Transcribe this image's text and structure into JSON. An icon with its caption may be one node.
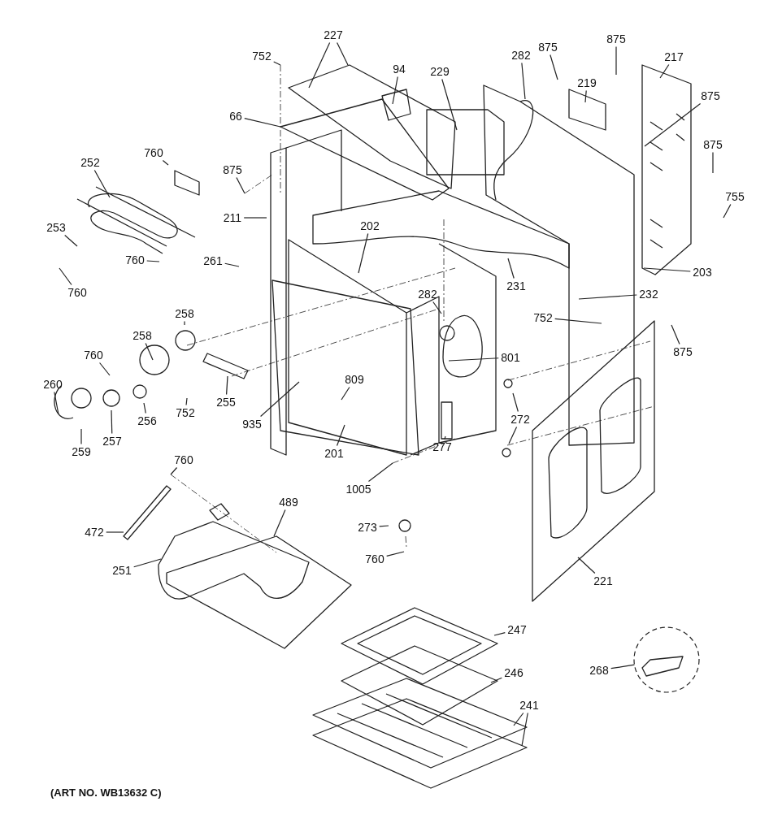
{
  "diagram": {
    "nodes": [
      {
        "text": [
          "227"
        ]
      },
      {
        "text": [
          "752"
        ]
      },
      {
        "text": [
          "94"
        ]
      },
      {
        "text": [
          "66"
        ]
      },
      {
        "text": [
          "229"
        ]
      },
      {
        "text": [
          "282"
        ]
      },
      {
        "text": [
          "875"
        ]
      },
      {
        "text": [
          "219"
        ]
      },
      {
        "text": [
          "875"
        ]
      },
      {
        "text": [
          "217"
        ]
      },
      {
        "text": [
          "875"
        ]
      },
      {
        "text": [
          "760"
        ]
      },
      {
        "text": [
          "252"
        ]
      },
      {
        "text": [
          "875"
        ]
      },
      {
        "text": [
          "211"
        ]
      },
      {
        "text": [
          "875"
        ]
      },
      {
        "text": [
          "253"
        ]
      },
      {
        "text": [
          "760"
        ]
      },
      {
        "text": [
          "202"
        ]
      },
      {
        "text": [
          "755"
        ]
      },
      {
        "text": [
          "760"
        ]
      },
      {
        "text": [
          "261"
        ]
      },
      {
        "text": [
          "203"
        ]
      },
      {
        "text": [
          "231"
        ]
      },
      {
        "text": [
          "282"
        ]
      },
      {
        "text": [
          "232"
        ]
      },
      {
        "text": [
          "752"
        ]
      },
      {
        "text": [
          "875"
        ]
      },
      {
        "text": [
          "258"
        ]
      },
      {
        "text": [
          "258"
        ]
      },
      {
        "text": [
          "760"
        ]
      },
      {
        "text": [
          "801"
        ]
      },
      {
        "text": [
          "809"
        ]
      },
      {
        "text": [
          "260"
        ]
      },
      {
        "text": [
          "256"
        ]
      },
      {
        "text": [
          "752"
        ]
      },
      {
        "text": [
          "255"
        ]
      },
      {
        "text": [
          "935"
        ]
      },
      {
        "text": [
          "272"
        ]
      },
      {
        "text": [
          "259"
        ]
      },
      {
        "text": [
          "257"
        ]
      },
      {
        "text": [
          "201"
        ]
      },
      {
        "text": [
          "277"
        ]
      },
      {
        "text": [
          "760"
        ]
      },
      {
        "text": [
          "1005"
        ]
      },
      {
        "text": [
          "489"
        ]
      },
      {
        "text": [
          "472"
        ]
      },
      {
        "text": [
          "273"
        ]
      },
      {
        "text": [
          "760"
        ]
      },
      {
        "text": [
          "251"
        ]
      },
      {
        "text": [
          "221"
        ]
      },
      {
        "text": [
          "247"
        ]
      },
      {
        "text": [
          "268"
        ]
      },
      {
        "text": [],
        "shape": "circle"
      },
      {
        "text": [
          "246"
        ]
      },
      {
        "text": [
          "241"
        ]
      }
    ],
    "edges": [
      {
        "from": 0,
        "to": null,
        "arrow": "none"
      },
      {
        "from": 0,
        "to": null,
        "arrow": "none"
      },
      {
        "from": 1,
        "to": null,
        "arrow": "none"
      },
      {
        "from": 2,
        "to": null,
        "arrow": "none"
      },
      {
        "from": 3,
        "to": null,
        "arrow": "none"
      },
      {
        "from": 4,
        "to": null,
        "arrow": "none"
      },
      {
        "from": 5,
        "to": null,
        "arrow": "none"
      },
      {
        "from": 6,
        "to": null,
        "arrow": "none"
      },
      {
        "from": 7,
        "to": null,
        "arrow": "none"
      },
      {
        "from": 8,
        "to": null,
        "arrow": "none"
      },
      {
        "from": 9,
        "to": null,
        "arrow": "none"
      },
      {
        "from": 10,
        "to": null,
        "arrow": "none"
      },
      {
        "from": 11,
        "to": null,
        "arrow": "none"
      },
      {
        "from": 12,
        "to": null,
        "arrow": "none"
      },
      {
        "from": 13,
        "to": null,
        "arrow": "none"
      },
      {
        "from": 14,
        "to": null,
        "arrow": "none"
      },
      {
        "from": 15,
        "to": null,
        "arrow": "none"
      },
      {
        "from": 16,
        "to": null,
        "arrow": "none"
      },
      {
        "from": 17,
        "to": null,
        "arrow": "none"
      },
      {
        "from": 18,
        "to": null,
        "arrow": "none"
      },
      {
        "from": 19,
        "to": null,
        "arrow": "none"
      },
      {
        "from": 20,
        "to": null,
        "arrow": "none"
      },
      {
        "from": 21,
        "to": null,
        "arrow": "none"
      },
      {
        "from": 22,
        "to": null,
        "arrow": "none"
      },
      {
        "from": 23,
        "to": null,
        "arrow": "none"
      },
      {
        "from": 24,
        "to": null,
        "arrow": "none"
      },
      {
        "from": 25,
        "to": null,
        "arrow": "none"
      },
      {
        "from": 26,
        "to": null,
        "arrow": "none"
      },
      {
        "from": 27,
        "to": null,
        "arrow": "none"
      },
      {
        "from": 28,
        "to": null,
        "arrow": "none"
      },
      {
        "from": 29,
        "to": null,
        "arrow": "none"
      },
      {
        "from": 30,
        "to": null,
        "arrow": "none"
      },
      {
        "from": 31,
        "to": null,
        "arrow": "none"
      },
      {
        "from": 32,
        "to": null,
        "arrow": "none"
      },
      {
        "from": 33,
        "to": null,
        "arrow": "none"
      },
      {
        "from": 34,
        "to": null,
        "arrow": "none"
      },
      {
        "from": 35,
        "to": null,
        "arrow": "none"
      },
      {
        "from": 36,
        "to": null,
        "arrow": "none"
      },
      {
        "from": 37,
        "to": null,
        "arrow": "none"
      },
      {
        "from": 38,
        "to": null,
        "arrow": "none"
      },
      {
        "from": 38,
        "to": null,
        "arrow": "none"
      },
      {
        "from": 39,
        "to": null,
        "arrow": "none"
      },
      {
        "from": 40,
        "to": null,
        "arrow": "none"
      },
      {
        "from": 41,
        "to": null,
        "arrow": "none"
      },
      {
        "from": 42,
        "to": null,
        "arrow": "none"
      },
      {
        "from": 43,
        "to": null,
        "arrow": "none"
      },
      {
        "from": 44,
        "to": null,
        "arrow": "none"
      },
      {
        "from": 45,
        "to": null,
        "arrow": "none"
      },
      {
        "from": 46,
        "to": null,
        "arrow": "none"
      },
      {
        "from": 47,
        "to": null,
        "arrow": "none"
      },
      {
        "from": 48,
        "to": null,
        "arrow": "none"
      },
      {
        "from": 49,
        "to": null,
        "arrow": "none"
      },
      {
        "from": 50,
        "to": null,
        "arrow": "none"
      },
      {
        "from": 51,
        "to": null,
        "arrow": "none"
      },
      {
        "from": 52,
        "to": 53,
        "arrow": "none"
      },
      {
        "from": 54,
        "to": null,
        "arrow": "none"
      },
      {
        "from": 55,
        "to": null,
        "arrow": "none"
      },
      {
        "from": 55,
        "to": null,
        "arrow": "none"
      }
    ],
    "labels": [
      "(ART NO. WB13632 C)"
    ]
  }
}
